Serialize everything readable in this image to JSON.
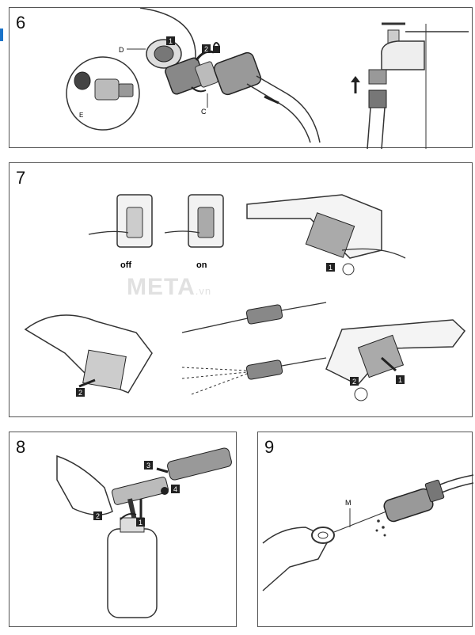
{
  "panels": [
    {
      "number": "6",
      "labels": {
        "d": "D",
        "e": "E",
        "c": "C",
        "step1": "1",
        "step2": "2"
      }
    },
    {
      "number": "7",
      "labels": {
        "off": "off",
        "on": "on",
        "step1a": "1",
        "step2a": "2",
        "step1b": "1",
        "step2b": "2"
      }
    },
    {
      "number": "8",
      "labels": {
        "step1": "1",
        "step2": "2",
        "step3": "3",
        "step4": "4"
      }
    },
    {
      "number": "9",
      "labels": {
        "m": "M"
      }
    }
  ],
  "watermark": {
    "main": "META",
    "suffix": ".vn"
  },
  "accent_color": "#1a73c9"
}
